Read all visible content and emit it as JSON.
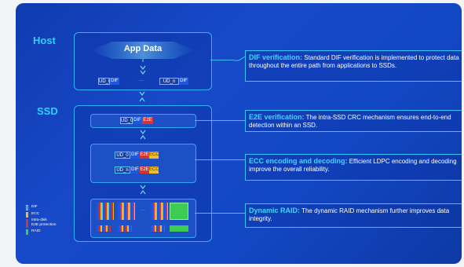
{
  "diagram": {
    "host_title": "Host",
    "ssd_title": "SSD",
    "app_data_label": "App Data",
    "host_row": {
      "left_data": "UD_0",
      "left_dif": "DIF",
      "dots": "···",
      "right_data": "UD_n",
      "right_dif": "DIF"
    },
    "e2e_row": {
      "data": "UD_0",
      "dif": "DIF",
      "e2e": "E2E"
    },
    "ecc_rows": [
      {
        "data": "UD_0",
        "dif": "DIF",
        "e2e": "E2E",
        "ecc": "ECC"
      },
      {
        "data": "UD_n",
        "dif": "DIF",
        "e2e": "E2E",
        "ecc": "ECC"
      }
    ],
    "raid_dots": "···"
  },
  "descriptions": [
    {
      "heading": "DIF verification:",
      "text": " Standard DIF verification is implemented to protect data throughout the entire path from applications to SSDs."
    },
    {
      "heading": "E2E verification:",
      "text": " The intra-SSD CRC mechanism ensures end-to-end detection within an SSD."
    },
    {
      "heading": "ECC encoding and decoding:",
      "text": " Efficient LDPC encoding and decoding improve the overall reliability."
    },
    {
      "heading": "Dynamic RAID:",
      "text": " The dynamic RAID mechanism further improves data integrity."
    }
  ],
  "legend": [
    {
      "label": "DIF",
      "color": "#1d56e0"
    },
    {
      "label": "ECC",
      "color": "#f1bb2a"
    },
    {
      "label": "Intra-disk",
      "color": "#d63333"
    },
    {
      "label": "E2E protection",
      "color": "#d63333"
    },
    {
      "label": "RAID",
      "color": "#3ecb52"
    }
  ],
  "colors": {
    "accent": "#2ad2ff",
    "border": "#2fb2ff",
    "background": "#1749c8"
  }
}
